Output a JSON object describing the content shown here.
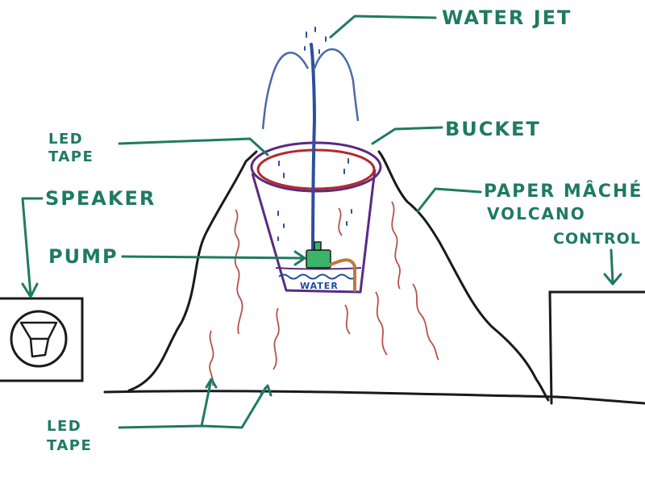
{
  "colors": {
    "ink": "#1a1a1a",
    "label": "#1f7a63",
    "water_jet": "#2e4f9a",
    "bucket": "#5a2a82",
    "led_ring": "#b42a2a",
    "led_tape": "#b5524a",
    "pump": "#3bb36a",
    "pipe": "#c07a3a",
    "water": "#1e4aa0"
  },
  "labels": {
    "water_jet": "WATER JET",
    "bucket": "BUCKET",
    "led_tape_top_line1": "LED",
    "led_tape_top_line2": "TAPE",
    "speaker": "SPEAKER",
    "paper_mache_line1": "PAPER MÂCHÉ",
    "paper_mache_line2": "VOLCANO",
    "pump": "PUMP",
    "control": "CONTROL",
    "water": "WATER",
    "led_tape_bottom_line1": "LED",
    "led_tape_bottom_line2": "TAPE"
  }
}
